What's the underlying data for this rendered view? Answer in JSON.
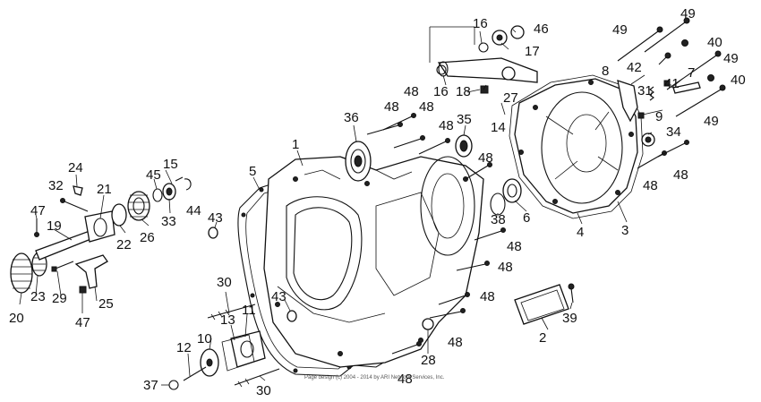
{
  "copyright": "Page design (c) 2004 - 2014 by ARI Network Services, Inc.",
  "callouts": [
    {
      "id": "c1",
      "label": "1"
    },
    {
      "id": "c2",
      "label": "2"
    },
    {
      "id": "c3",
      "label": "3"
    },
    {
      "id": "c4",
      "label": "4"
    },
    {
      "id": "c5",
      "label": "5"
    },
    {
      "id": "c6",
      "label": "6"
    },
    {
      "id": "c7",
      "label": "7"
    },
    {
      "id": "c8",
      "label": "8"
    },
    {
      "id": "c9",
      "label": "9"
    },
    {
      "id": "c10",
      "label": "10"
    },
    {
      "id": "c11",
      "label": "11"
    },
    {
      "id": "c12",
      "label": "12"
    },
    {
      "id": "c13",
      "label": "13"
    },
    {
      "id": "c14",
      "label": "14"
    },
    {
      "id": "c15",
      "label": "15"
    },
    {
      "id": "c16a",
      "label": "16"
    },
    {
      "id": "c16b",
      "label": "16"
    },
    {
      "id": "c17",
      "label": "17"
    },
    {
      "id": "c18",
      "label": "18"
    },
    {
      "id": "c19",
      "label": "19"
    },
    {
      "id": "c20",
      "label": "20"
    },
    {
      "id": "c21",
      "label": "21"
    },
    {
      "id": "c22",
      "label": "22"
    },
    {
      "id": "c23",
      "label": "23"
    },
    {
      "id": "c24",
      "label": "24"
    },
    {
      "id": "c25",
      "label": "25"
    },
    {
      "id": "c26",
      "label": "26"
    },
    {
      "id": "c27",
      "label": "27"
    },
    {
      "id": "c28",
      "label": "28"
    },
    {
      "id": "c29",
      "label": "29"
    },
    {
      "id": "c30a",
      "label": "30"
    },
    {
      "id": "c30b",
      "label": "30"
    },
    {
      "id": "c31",
      "label": "31"
    },
    {
      "id": "c32",
      "label": "32"
    },
    {
      "id": "c33",
      "label": "33"
    },
    {
      "id": "c34",
      "label": "34"
    },
    {
      "id": "c35",
      "label": "35"
    },
    {
      "id": "c36",
      "label": "36"
    },
    {
      "id": "c37",
      "label": "37"
    },
    {
      "id": "c38",
      "label": "38"
    },
    {
      "id": "c39",
      "label": "39"
    },
    {
      "id": "c40a",
      "label": "40"
    },
    {
      "id": "c40b",
      "label": "40"
    },
    {
      "id": "c41",
      "label": "41"
    },
    {
      "id": "c42",
      "label": "42"
    },
    {
      "id": "c43a",
      "label": "43"
    },
    {
      "id": "c43b",
      "label": "43"
    },
    {
      "id": "c44",
      "label": "44"
    },
    {
      "id": "c45",
      "label": "45"
    },
    {
      "id": "c46",
      "label": "46"
    },
    {
      "id": "c47a",
      "label": "47"
    },
    {
      "id": "c47b",
      "label": "47"
    },
    {
      "id": "c48a",
      "label": "48"
    },
    {
      "id": "c48b",
      "label": "48"
    },
    {
      "id": "c48c",
      "label": "48"
    },
    {
      "id": "c48d",
      "label": "48"
    },
    {
      "id": "c48e",
      "label": "48"
    },
    {
      "id": "c48f",
      "label": "48"
    },
    {
      "id": "c48g",
      "label": "48"
    },
    {
      "id": "c48h",
      "label": "48"
    },
    {
      "id": "c48i",
      "label": "48"
    },
    {
      "id": "c48j",
      "label": "48"
    },
    {
      "id": "c48k",
      "label": "48"
    },
    {
      "id": "c48l",
      "label": "48"
    },
    {
      "id": "c49a",
      "label": "49"
    },
    {
      "id": "c49b",
      "label": "49"
    },
    {
      "id": "c49c",
      "label": "49"
    },
    {
      "id": "c49d",
      "label": "49"
    }
  ]
}
